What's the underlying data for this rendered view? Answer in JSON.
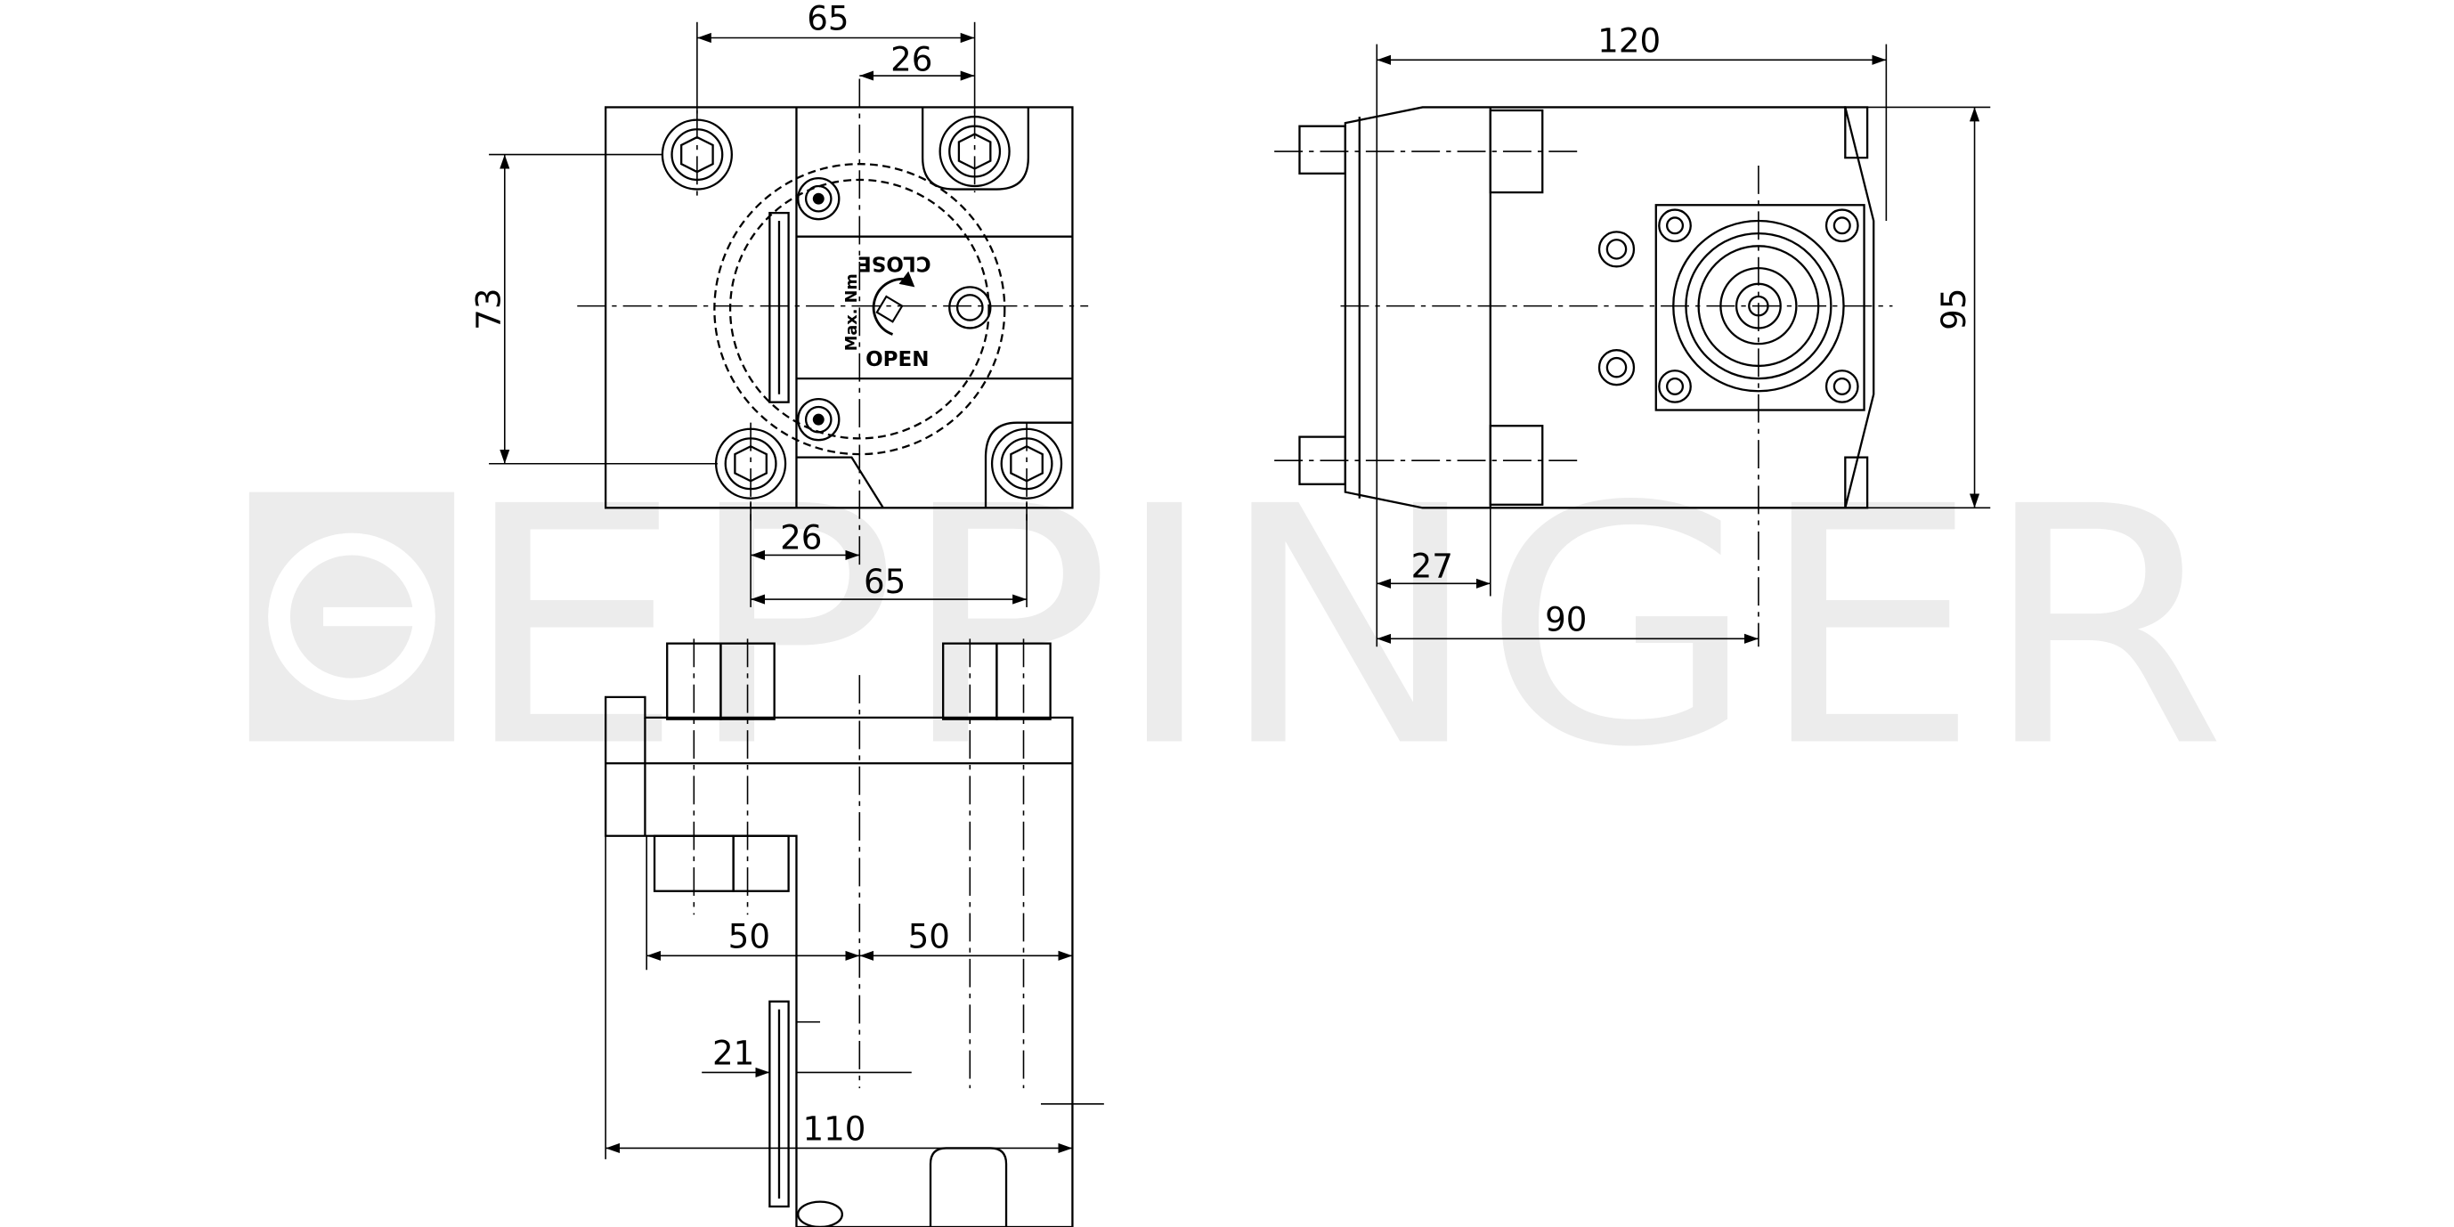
{
  "watermark": {
    "brand": "EPPINGER",
    "color": "#ececec"
  },
  "line_color": "#000000",
  "dimensions": {
    "top_left": {
      "width_outer": "65",
      "width_inner": "26",
      "height": "73",
      "bottom_inner": "26",
      "bottom_outer": "65"
    },
    "right_view": {
      "length": "120",
      "height": "95",
      "offset_small": "27",
      "offset_large": "90"
    },
    "bottom_view": {
      "left_half": "50",
      "right_half": "50",
      "step": "21",
      "total": "110"
    }
  },
  "annotations": {
    "close": "CLOSE",
    "open": "OPEN",
    "torque": "Max. Nm"
  }
}
